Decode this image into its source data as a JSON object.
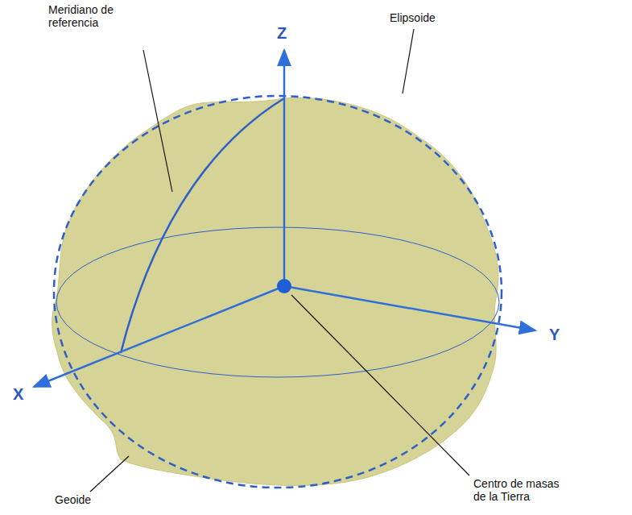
{
  "diagram": {
    "labels": [
      "Meridiano de referencia",
      "Elipsoide",
      "Z",
      "Y",
      "X",
      "Geoide",
      "Centro de masas de la Tierra"
    ]
  }
}
